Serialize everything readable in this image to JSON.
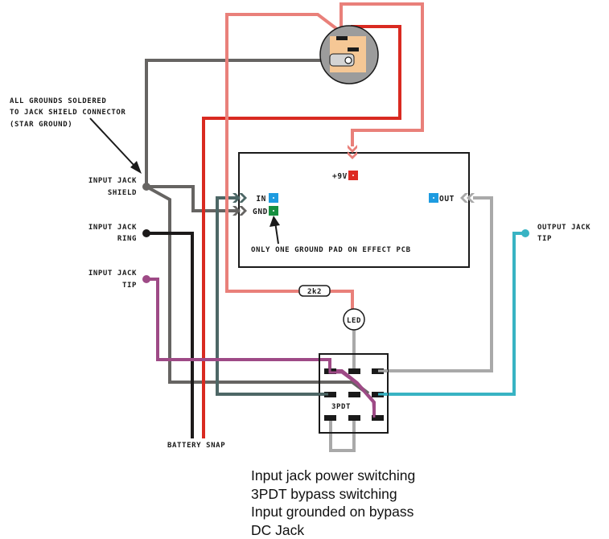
{
  "colors": {
    "ground": "#666462",
    "ring": "#1c1a1a",
    "battery_red": "#d92a21",
    "led_pink": "#e9807a",
    "input_teal": "#4d6766",
    "tip_purple": "#9e4a86",
    "output_gray": "#a9a9a9",
    "output_tip_cyan": "#38b3c3",
    "jack_body": "#9c9c9c",
    "jack_pad": "#f5c795",
    "pad_blue": "#1d9be0",
    "pad_green": "#169040",
    "pad_red": "#dd2a22"
  },
  "annotations": {
    "star_ground": [
      "ALL GROUNDS SOLDERED",
      "TO JACK SHIELD CONNECTOR",
      "(STAR GROUND)"
    ],
    "pcb_ground": "ONLY ONE GROUND PAD ON EFFECT PCB"
  },
  "input_jack": {
    "shield": [
      "INPUT JACK",
      "SHIELD"
    ],
    "ring": [
      "INPUT JACK",
      "RING"
    ],
    "tip": [
      "INPUT JACK",
      "TIP"
    ]
  },
  "output_jack": {
    "tip": [
      "OUTPUT JACK",
      "TIP"
    ]
  },
  "pcb": {
    "power_label": "+9V",
    "in_label": "IN",
    "gnd_label": "GND",
    "out_label": "OUT"
  },
  "components": {
    "resistor": "2k2",
    "led": "LED",
    "switch": "3PDT",
    "battery": "BATTERY SNAP",
    "dc_jack": "DC Jack"
  },
  "caption": [
    "Input jack power switching",
    "3PDT bypass switching",
    "Input grounded on bypass",
    "DC Jack"
  ]
}
